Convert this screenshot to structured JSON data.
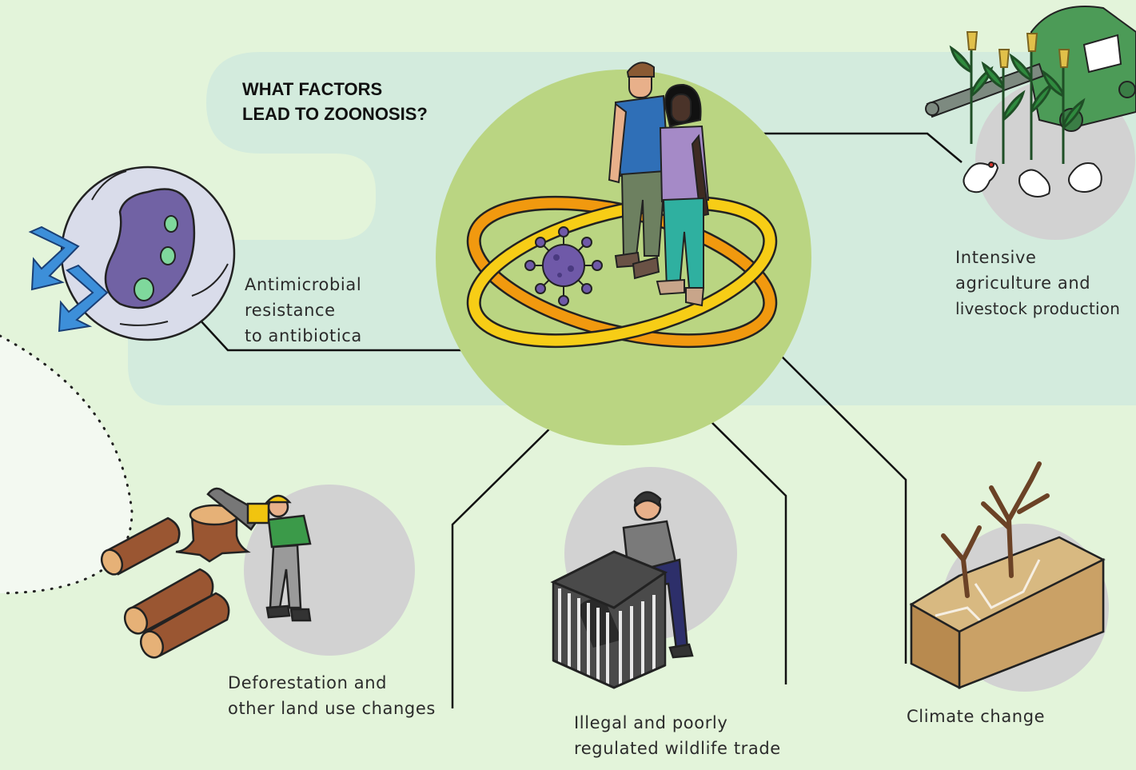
{
  "title": {
    "line1": "WHAT FACTORS",
    "line2": "LEAD TO ZOONOSIS?"
  },
  "factors": {
    "antimicrobial": {
      "line1": "Antimicrobial",
      "line2": "resistance",
      "line3": "to antibiotica"
    },
    "agriculture": {
      "line1": "Intensive",
      "line2": "agriculture and",
      "line3": "livestock production"
    },
    "deforestation": {
      "line1": "Deforestation and",
      "line2": "other land use changes"
    },
    "wildlife": {
      "line1": "Illegal and poorly",
      "line2": "regulated wildlife trade"
    },
    "climate": {
      "line1": "Climate change"
    }
  },
  "colors": {
    "background": "#e3f4da",
    "band": "#d3ebdd",
    "center_circle": "#bad582",
    "grey_circle": "#d2d2d2",
    "ring_yellow": "#f7cd16",
    "ring_orange": "#f1990f",
    "virus": "#6f59a8",
    "arrow_blue": "#3d8fd9",
    "machine_green": "#4c9b57"
  }
}
